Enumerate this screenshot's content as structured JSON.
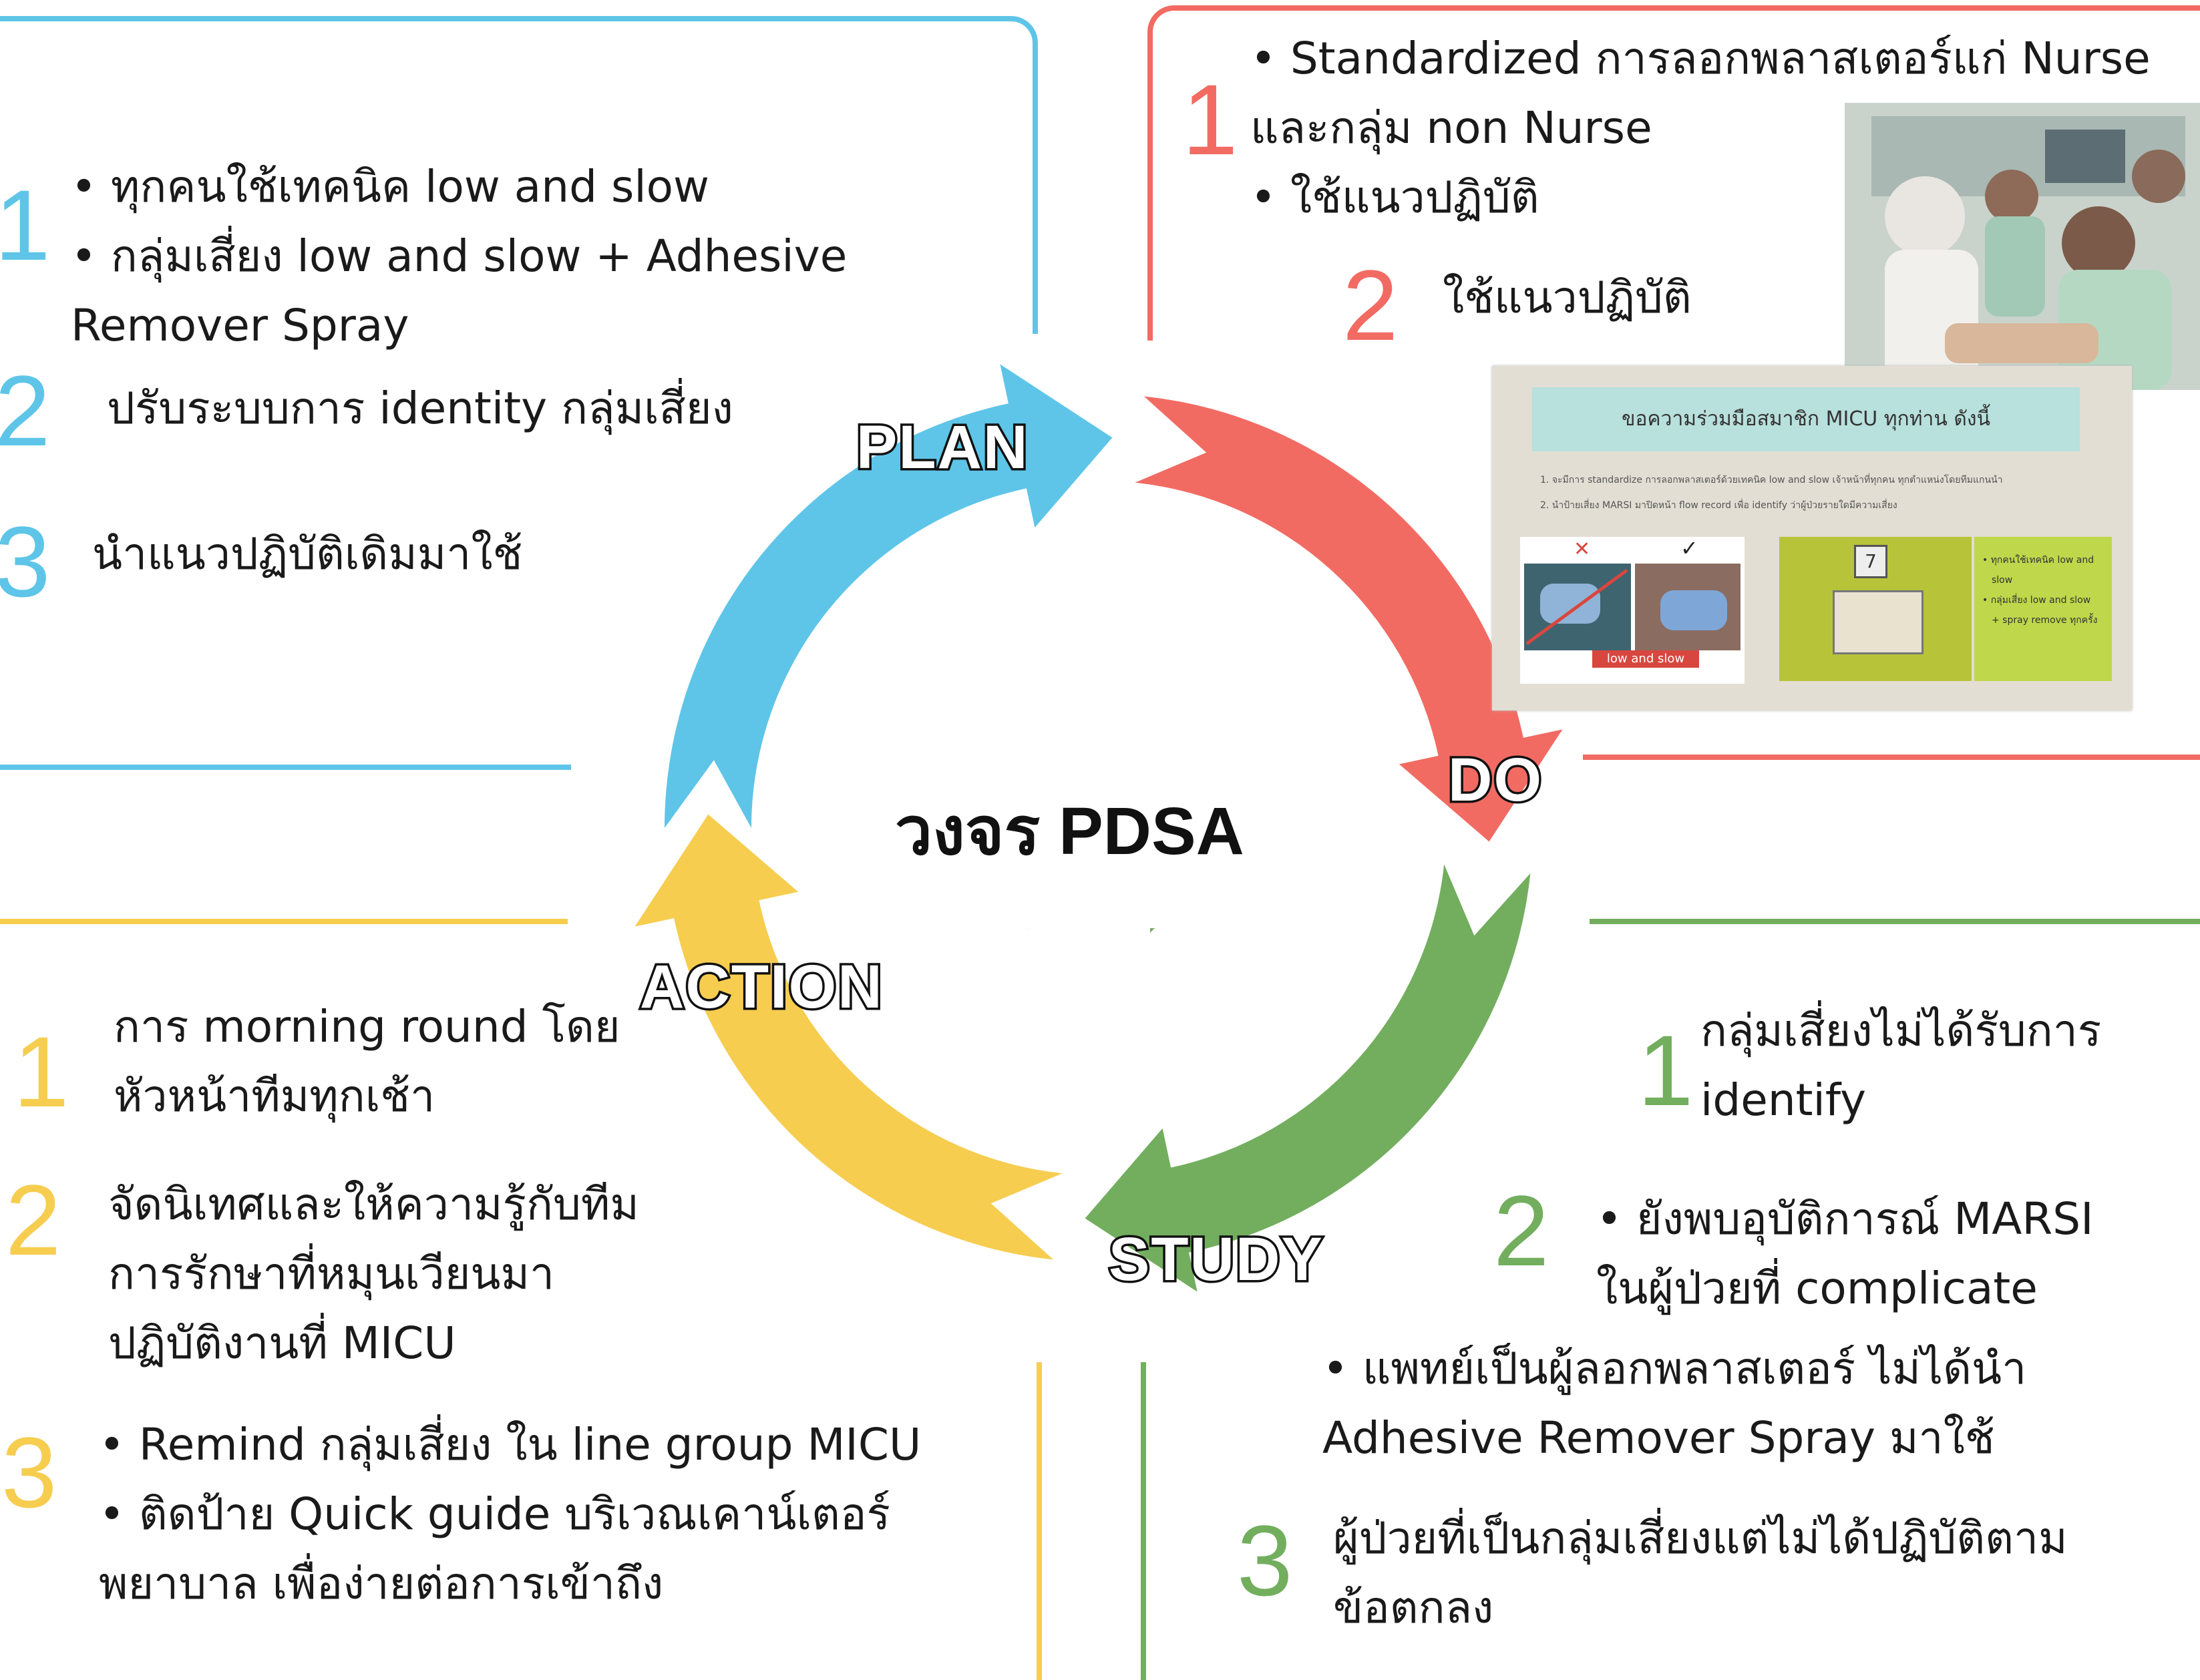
{
  "colors": {
    "plan": "#5ec5e8",
    "do": "#f26b63",
    "study": "#72ae5e",
    "action": "#f6cd4f"
  },
  "center_title": "วงจร PDSA",
  "stages": {
    "plan": "PLAN",
    "do": "DO",
    "study": "STUDY",
    "action": "ACTION"
  },
  "plan": {
    "n1": "1",
    "n1_lines": [
      "• ทุกคนใช้เทคนิค low and slow",
      "• กลุ่มเสี่ยง low and slow + Adhesive",
      "Remover Spray"
    ],
    "n2": "2",
    "n2_text": "ปรับระบบการ identity กลุ่มเสี่ยง",
    "n3": "3",
    "n3_text": "นำแนวปฏิบัติเดิมมาใช้"
  },
  "do": {
    "n1": "1",
    "n1_lines": [
      "• Standardized การลอกพลาสเตอร์แก่ Nurse",
      "และกลุ่ม non Nurse",
      "• ใช้แนวปฏิบัติ"
    ],
    "n2": "2",
    "n2_text": "ใช้แนวปฏิบัติ",
    "slide": {
      "header": "ขอความร่วมมือสมาชิก MICU ทุกท่าน ดังนี้",
      "line1": "1.   จะมีการ standardize การลอกพลาสเตอร์ด้วยเทคนิค low and slow เจ้าหน้าที่ทุกคน ทุกตำแหน่งโดยทีมแกนนำ",
      "line2": "2.   นำป้ายเสี่ยง MARSI มาปิดหน้า flow record เพื่อ identify ว่าผู้ป่วยรายใดมีความเสี่ยง",
      "caption": "low and slow",
      "badge": "7",
      "bullets": [
        "• ทุกคนใช้เทคนิค low and",
        "slow",
        "• กลุ่มเสี่ยง low and slow",
        "+ spray remove ทุกครั้ง"
      ]
    }
  },
  "study": {
    "n1": "1",
    "n1_lines": [
      "กลุ่มเสี่ยงไม่ได้รับการ",
      "identify"
    ],
    "n2": "2",
    "n2_lines": [
      "• ยังพบอุบัติการณ์ MARSI",
      "ในผู้ป่วยที่ complicate"
    ],
    "n2b_lines": [
      "• แพทย์เป็นผู้ลอกพลาสเตอร์ ไม่ได้นำ",
      "Adhesive Remover Spray มาใช้"
    ],
    "n3": "3",
    "n3_lines": [
      "ผู้ป่วยที่เป็นกลุ่มเสี่ยงแต่ไม่ได้ปฏิบัติตาม",
      "ข้อตกลง"
    ]
  },
  "action": {
    "n1": "1",
    "n1_lines": [
      "การ morning round โดย",
      "หัวหน้าทีมทุกเช้า"
    ],
    "n2": "2",
    "n2_lines": [
      "จัดนิเทศและให้ความรู้กับทีม",
      "การรักษาที่หมุนเวียนมา",
      "ปฏิบัติงานที่ MICU"
    ],
    "n3": "3",
    "n3_lines": [
      "• Remind กลุ่มเสี่ยง ใน line group MICU",
      "• ติดป้าย Quick guide บริเวณเคาน์เตอร์",
      "พยาบาล เพื่อง่ายต่อการเข้าถึง"
    ]
  }
}
